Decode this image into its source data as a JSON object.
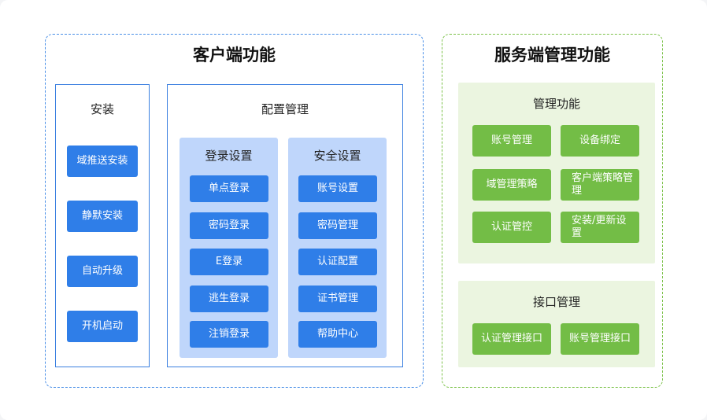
{
  "client": {
    "title": "客户端功能",
    "install": {
      "title": "安装",
      "items": [
        "域推送安装",
        "静默安装",
        "自动升级",
        "开机启动"
      ]
    },
    "config": {
      "title": "配置管理",
      "login": {
        "title": "登录设置",
        "items": [
          "单点登录",
          "密码登录",
          "E登录",
          "逃生登录",
          "注销登录"
        ]
      },
      "security": {
        "title": "安全设置",
        "items": [
          "账号设置",
          "密码管理",
          "认证配置",
          "证书管理",
          "帮助中心"
        ]
      }
    }
  },
  "server": {
    "title": "服务端管理功能",
    "manage": {
      "title": "管理功能",
      "items": [
        "账号管理",
        "设备绑定",
        "域管理策略",
        "客户端策略管理",
        "认证管控",
        "安装/更新设置"
      ]
    },
    "api": {
      "title": "接口管理",
      "items": [
        "认证管理接口",
        "账号管理接口"
      ]
    }
  },
  "colors": {
    "client_border": "#4a8fe7",
    "server_border": "#7cc24a",
    "blue_button": "#2f7ee8",
    "blue_panel": "#bfd6fb",
    "green_button": "#73bd46",
    "green_panel": "#ebf5e0"
  }
}
